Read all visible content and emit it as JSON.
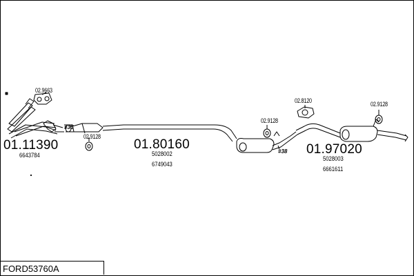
{
  "diagram_code": "FORD53760A",
  "parts": [
    {
      "number": "01.11390",
      "refs": [
        "6643784"
      ]
    },
    {
      "number": "01.80160",
      "refs": [
        "5028002",
        "6749043"
      ]
    },
    {
      "number": "01.97020",
      "refs": [
        "5028003",
        "6661611"
      ]
    }
  ],
  "accessories": [
    "02.9663",
    "02.9128",
    "02.9128",
    "02.8120",
    "02.9128"
  ],
  "tags": [
    "#35",
    "#38"
  ],
  "colors": {
    "line": "#000000",
    "background": "#ffffff"
  }
}
